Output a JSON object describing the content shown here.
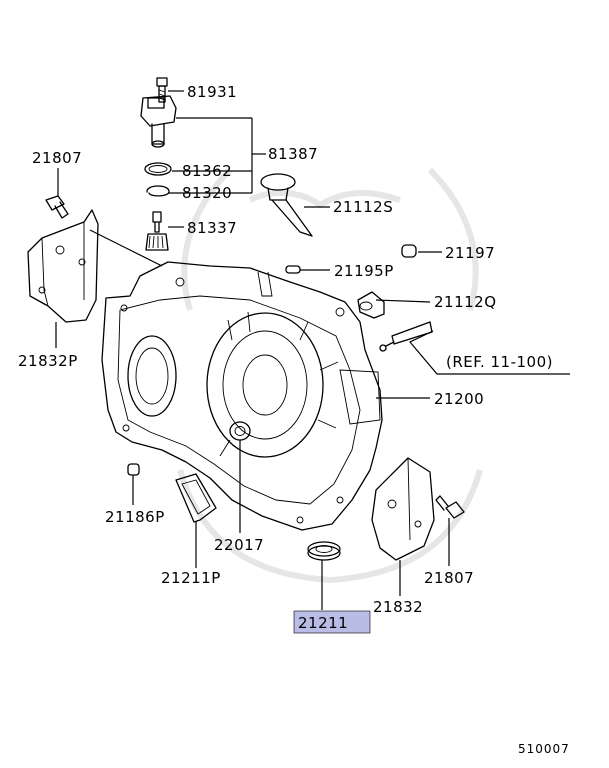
{
  "diagram": {
    "parts": {
      "sensor_bolt": "81931",
      "speed_sensor": "81387",
      "o_ring": "81362",
      "snap_ring": "81320",
      "driven_gear": "81337",
      "bracket_bolt_left": "21807",
      "bracket_left": "21832P",
      "dipstick_plug": "21112S",
      "plug_small": "21197",
      "dowel_pin_top": "21195P",
      "breather_cap": "21112Q",
      "ref_note": "(REF. 11-100)",
      "transaxle_case": "21200",
      "dowel_pin_left": "21186P",
      "plug_seal": "22017",
      "cover_seal_left": "21211P",
      "bracket_right": "21832",
      "bracket_bolt_right": "21807",
      "oil_seal_highlighted": "21211"
    },
    "highlight_color": "#b9bde6",
    "figure_code": "510007"
  }
}
